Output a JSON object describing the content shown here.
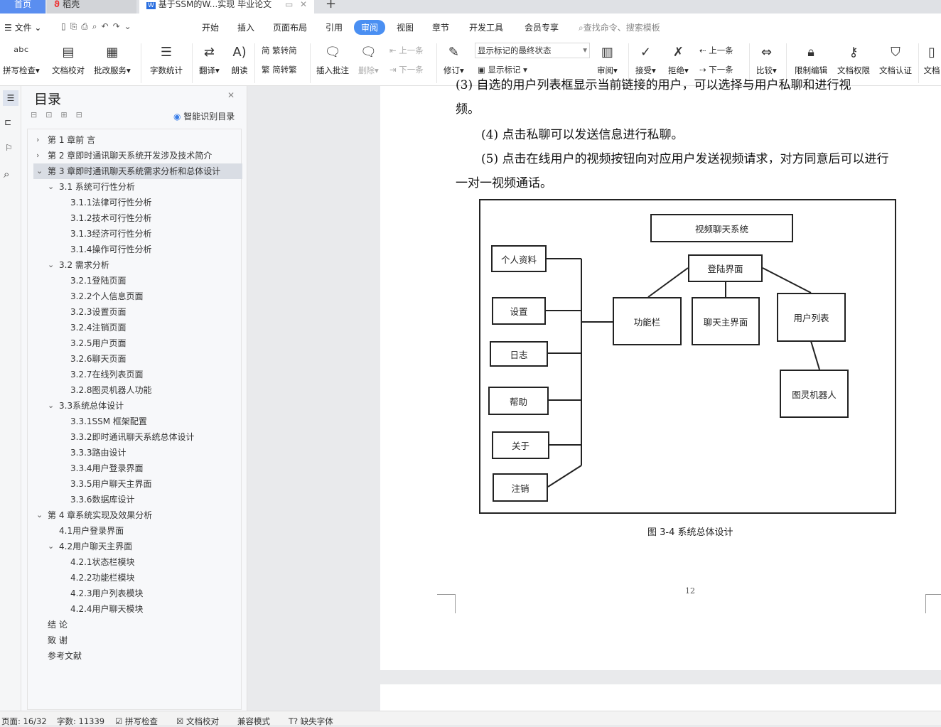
{
  "tabs": [
    {
      "label": "首页"
    },
    {
      "label": "稻壳"
    },
    {
      "label": "基于SSM的W...实现 毕业论文"
    }
  ],
  "menu": {
    "file": "文件",
    "items": [
      "开始",
      "插入",
      "页面布局",
      "引用",
      "审阅",
      "视图",
      "章节",
      "开发工具",
      "会员专享"
    ],
    "active": "审阅",
    "search_placeholder": "查找命令、搜索模板"
  },
  "ribbon": {
    "spell": "拼写检查",
    "proof": "文档校对",
    "correct": "批改服务",
    "wordcount": "字数统计",
    "translate": "翻译",
    "read": "朗读",
    "t2s": "繁转简",
    "s2t": "简转繁",
    "insert_comment": "插入批注",
    "delete": "删除",
    "prev_comment": "上一条",
    "next_comment": "下一条",
    "revise": "修订",
    "display_state": "显示标记的最终状态",
    "show_marks": "显示标记",
    "review": "审阅",
    "accept": "接受",
    "reject": "拒绝",
    "prev": "上一条",
    "next": "下一条",
    "compare": "比较",
    "restrict": "限制编辑",
    "permission": "文档权限",
    "certify": "文档认证",
    "doc": "文档"
  },
  "toc": {
    "title": "目录",
    "smart": "智能识别目录",
    "items": [
      {
        "label": "第 1 章前  言",
        "level": 0,
        "arrow": ">"
      },
      {
        "label": "第 2 章即时通讯聊天系统开发涉及技术简介",
        "level": 0,
        "arrow": ">"
      },
      {
        "label": "第 3 章即时通讯聊天系统需求分析和总体设计",
        "level": 0,
        "arrow": "v",
        "selected": true
      },
      {
        "label": "3.1  系统可行性分析",
        "level": 1,
        "arrow": "v"
      },
      {
        "label": "3.1.1法律可行性分析",
        "level": 2
      },
      {
        "label": "3.1.2技术可行性分析",
        "level": 2
      },
      {
        "label": "3.1.3经济可行性分析",
        "level": 2
      },
      {
        "label": "3.1.4操作可行性分析",
        "level": 2
      },
      {
        "label": "3.2  需求分析",
        "level": 1,
        "arrow": "v"
      },
      {
        "label": "3.2.1登陆页面",
        "level": 2
      },
      {
        "label": "3.2.2个人信息页面",
        "level": 2
      },
      {
        "label": "3.2.3设置页面",
        "level": 2
      },
      {
        "label": "3.2.4注销页面",
        "level": 2
      },
      {
        "label": "3.2.5用户页面",
        "level": 2
      },
      {
        "label": "3.2.6聊天页面",
        "level": 2
      },
      {
        "label": "3.2.7在线列表页面",
        "level": 2
      },
      {
        "label": "3.2.8图灵机器人功能",
        "level": 2
      },
      {
        "label": "3.3系统总体设计",
        "level": 1,
        "arrow": "v"
      },
      {
        "label": "3.3.1SSM 框架配置",
        "level": 2
      },
      {
        "label": "3.3.2即时通讯聊天系统总体设计",
        "level": 2
      },
      {
        "label": "3.3.3路由设计",
        "level": 2
      },
      {
        "label": "3.3.4用户登录界面",
        "level": 2
      },
      {
        "label": "3.3.5用户聊天主界面",
        "level": 2
      },
      {
        "label": "3.3.6数据库设计",
        "level": 2
      },
      {
        "label": "第 4 章系统实现及效果分析",
        "level": 0,
        "arrow": "v"
      },
      {
        "label": "4.1用户登录界面",
        "level": 1
      },
      {
        "label": "4.2用户聊天主界面",
        "level": 1,
        "arrow": "v"
      },
      {
        "label": "4.2.1状态栏模块",
        "level": 2
      },
      {
        "label": "4.2.2功能栏模块",
        "level": 2
      },
      {
        "label": "4.2.3用户列表模块",
        "level": 2
      },
      {
        "label": "4.2.4用户聊天模块",
        "level": 2
      },
      {
        "label": "结    论",
        "level": 0
      },
      {
        "label": "致    谢",
        "level": 0
      },
      {
        "label": "参考文献",
        "level": 0
      }
    ]
  },
  "doc": {
    "cut_line": "(3)      自选的用户列表框显示当前链接的用户，可以选择与用户私聊和进行视",
    "p1": "频。",
    "p2": "(4)      点击私聊可以发送信息进行私聊。",
    "p3": "(5)      点击在线用户的视频按钮向对应用户发送视频请求，对方同意后可以进行",
    "p4": "一对一视频通话。",
    "diagram": {
      "root": "视频聊天系统",
      "profile": "个人资料",
      "login": "登陆界面",
      "settings": "设置",
      "funcbar": "功能栏",
      "chatmain": "聊天主界面",
      "userlist": "用户列表",
      "log": "日志",
      "robot": "图灵机器人",
      "help": "帮助",
      "about": "关于",
      "logout": "注销"
    },
    "caption": "图 3-4  系统总体设计",
    "page_number": "12"
  },
  "status": {
    "page": "页面: 16/32",
    "words": "字数: 11339",
    "spell": "拼写检查",
    "proof": "文档校对",
    "compat": "兼容模式",
    "font": "缺失字体"
  }
}
